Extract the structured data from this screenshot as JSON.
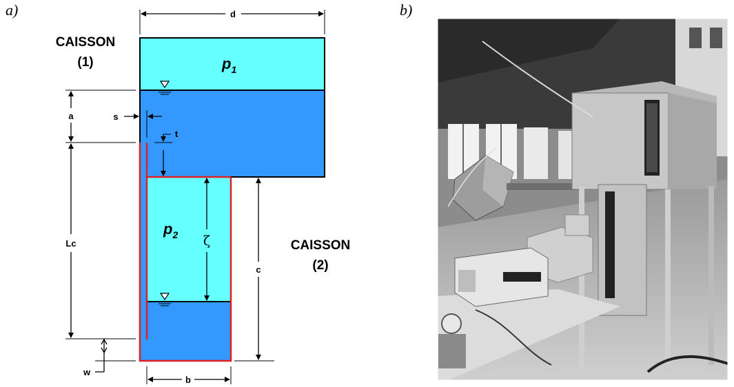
{
  "panels": {
    "a": "a)",
    "b": "b)"
  },
  "caisson1": {
    "line1": "CAISSON",
    "line2": "(1)"
  },
  "caisson2": {
    "line1": "CAISSON",
    "line2": "(2)"
  },
  "pressure1": {
    "p": "p",
    "sub": "1"
  },
  "pressure2": {
    "p": "p",
    "sub": "2"
  },
  "dims": {
    "d": "d",
    "a": "a",
    "s": "s",
    "t": "t",
    "Lc": "Lc",
    "zeta": "ζ",
    "c": "c",
    "w": "w",
    "b": "b"
  },
  "colors": {
    "air": "#66ffff",
    "water": "#3399ff",
    "wall": "#e02020"
  }
}
